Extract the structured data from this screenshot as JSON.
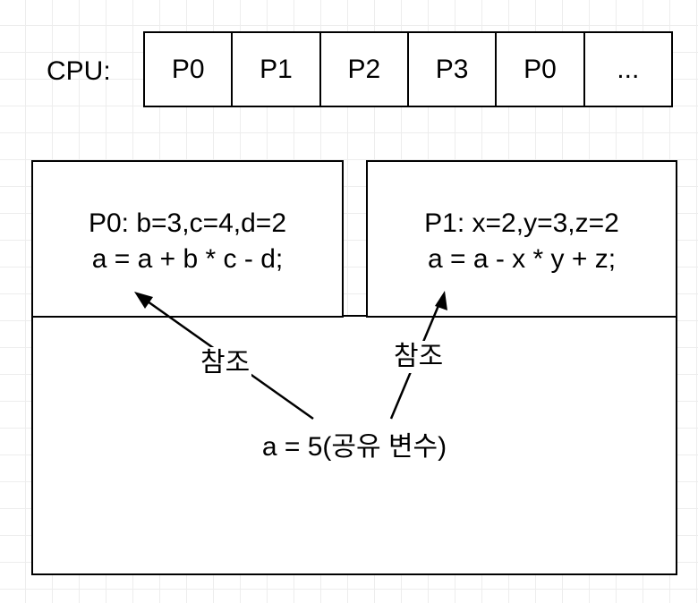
{
  "cpu": {
    "label": "CPU:",
    "slots": [
      "P0",
      "P1",
      "P2",
      "P3",
      "P0",
      "..."
    ]
  },
  "processes": [
    {
      "header": "P0:  b=3,c=4,d=2",
      "expression": "a = a + b * c - d;"
    },
    {
      "header": "P1:  x=2,y=3,z=2",
      "expression": "a = a - x * y + z;"
    }
  ],
  "references": {
    "left": "참조",
    "right": "참조"
  },
  "shared": {
    "text": "a = 5(공유 변수)"
  }
}
